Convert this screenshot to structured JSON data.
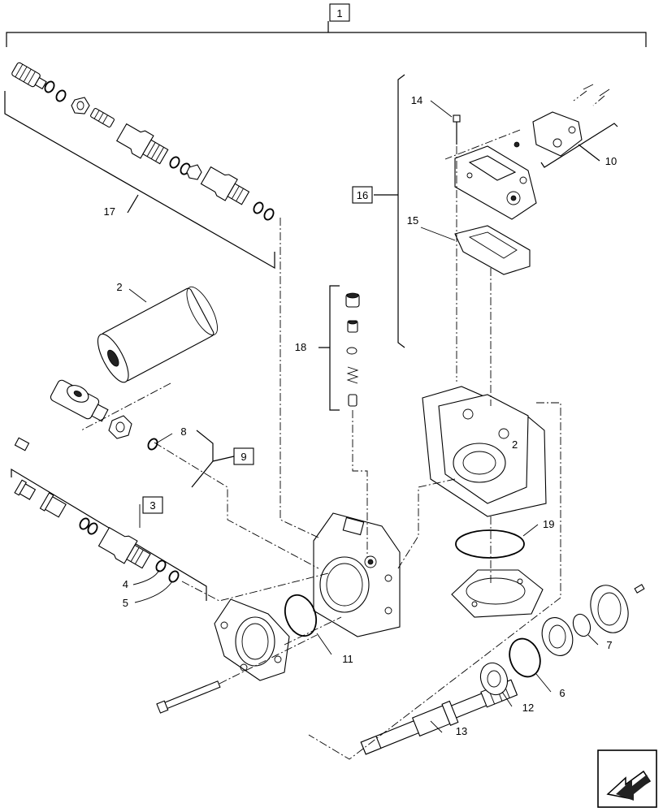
{
  "callouts": {
    "c1": "1",
    "c2": "2",
    "c3": "3",
    "c4": "4",
    "c5": "5",
    "c6": "6",
    "c7": "7",
    "c8": "8",
    "c9": "9",
    "c10": "10",
    "c11": "11",
    "c12": "12",
    "c13": "13",
    "c14": "14",
    "c15": "15",
    "c16": "16",
    "c17": "17",
    "c18": "18",
    "c19": "19"
  },
  "icons": {
    "corner_nav": "next-page-arrow-icon"
  }
}
